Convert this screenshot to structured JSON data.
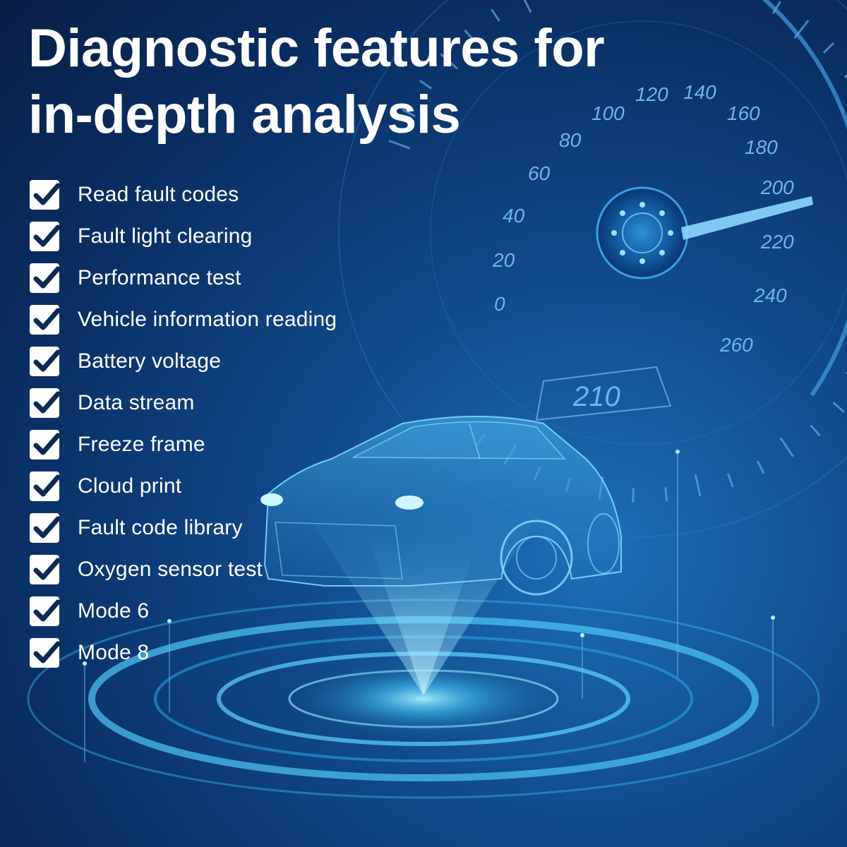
{
  "headline": {
    "line1": "Diagnostic features for",
    "line2": "in-depth analysis"
  },
  "features": [
    "Read fault codes",
    "Fault light clearing",
    "Performance test",
    "Vehicle information reading",
    "Battery voltage",
    "Data stream",
    "Freeze frame",
    "Cloud print",
    "Fault code library",
    "Oxygen sensor test",
    "Mode 6",
    "Mode 8"
  ],
  "gauge": {
    "numbers": [
      "0",
      "20",
      "40",
      "60",
      "80",
      "100",
      "120",
      "140",
      "160",
      "180",
      "200",
      "220",
      "240",
      "260"
    ],
    "readout": "210"
  },
  "icons": {
    "checkbox": "checkbox-checked-icon",
    "car": "hologram-car-icon",
    "gauge": "speedometer-icon"
  },
  "colors": {
    "background": "#0b2a55",
    "text": "#ffffff",
    "checkbox_fill": "#ffffff",
    "checkmark": "#0b2a55",
    "glow": "#5fd3ff"
  }
}
